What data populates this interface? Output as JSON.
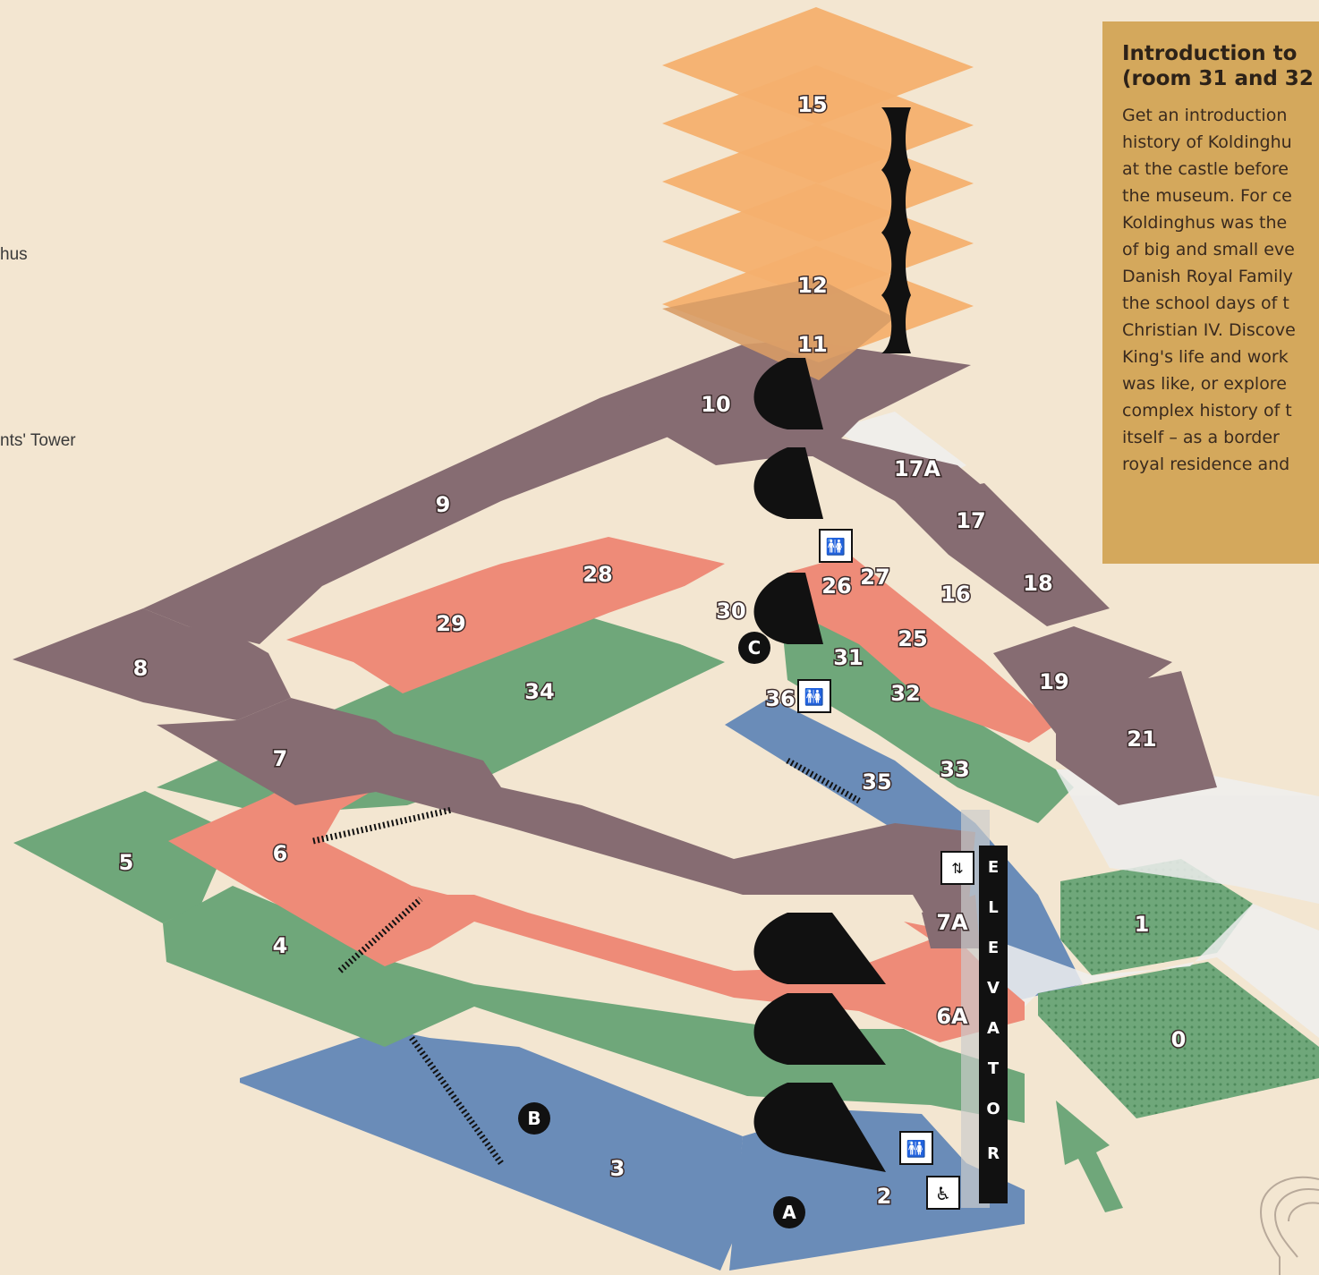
{
  "colors": {
    "background": "#f3e6d1",
    "floor_tower": "#f4b06e",
    "floor_upper_mauve": "#866c72",
    "floor_salmon": "#ee8b78",
    "floor_green": "#6fa77a",
    "floor_blue": "#6a8cb8",
    "floor_white": "#eeeeee",
    "info_panel": "#d4a85c",
    "stair": "#111111",
    "arrow": "#6fa77a"
  },
  "side_fragments": [
    "hus",
    "nts' Tower"
  ],
  "info_panel": {
    "title": "Introduction to\n(room 31 and 32",
    "body": "Get an introduction\nhistory of Koldinghu\nat the castle before\nthe museum. For ce\nKoldinghus was the\nof big and small eve\nDanish Royal Family\nthe school days of t\nChristian IV. Discove\nKing's life and work\nwas like, or explore\ncomplex history of t\nitself – as a border\nroyal residence and"
  },
  "rooms": {
    "r15": "15",
    "r12": "12",
    "r11": "11",
    "r10": "10",
    "r17a": "17A",
    "r17": "17",
    "r9": "9",
    "r28": "28",
    "r26": "26",
    "r27": "27",
    "r16": "16",
    "r18": "18",
    "r30": "30",
    "r29": "29",
    "r25": "25",
    "r8": "8",
    "r31": "31",
    "r19": "19",
    "r34": "34",
    "r36": "36",
    "r32": "32",
    "r21": "21",
    "r7": "7",
    "r33": "33",
    "r35": "35",
    "r5": "5",
    "r6": "6",
    "r7a": "7A",
    "r1": "1",
    "r4": "4",
    "r6a": "6A",
    "r0": "0",
    "r3": "3",
    "r2": "2"
  },
  "markers": {
    "a": "A",
    "b": "B",
    "c": "C"
  },
  "elevator_letters": [
    "E",
    "L",
    "E",
    "V",
    "A",
    "T",
    "O",
    "R"
  ],
  "icons": [
    "toilet-icon",
    "elevator-icon",
    "wheelchair-icon",
    "entrance-arrow-icon",
    "logo-icon"
  ]
}
